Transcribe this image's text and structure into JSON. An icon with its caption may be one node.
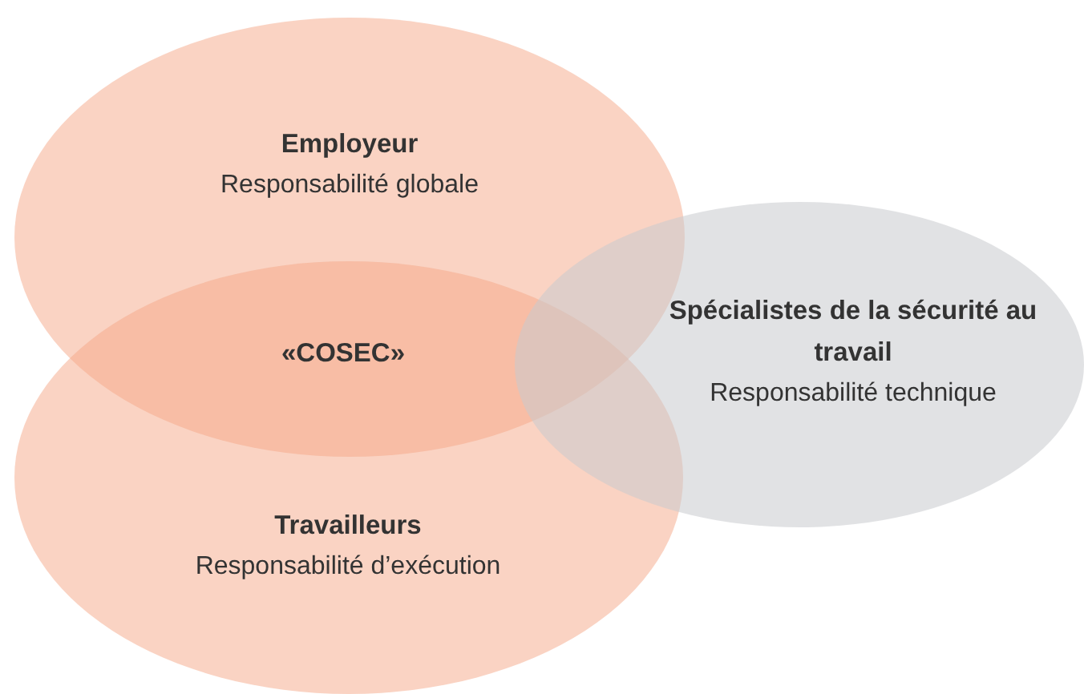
{
  "diagram": {
    "nodes": [
      {
        "text": [
          "Employeur",
          "Responsabilité globale"
        ]
      },
      {
        "text": [
          "Travailleurs",
          "Responsabilité d’exécution"
        ]
      },
      {
        "text": [
          "Spécialistes de la sécurité au travail",
          "Responsabilité technique"
        ]
      }
    ],
    "labels": [
      "«COSEC»"
    ]
  }
}
